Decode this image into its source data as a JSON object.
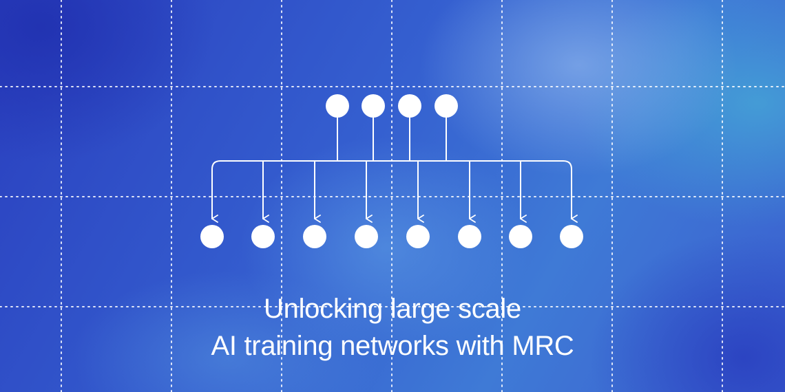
{
  "headline": {
    "line1": "Unlocking large scale",
    "line2": "AI training networks with MRC"
  },
  "diagram": {
    "source_node_count": 4,
    "target_node_count": 8
  },
  "colors": {
    "background_base": "#2f55cf",
    "foreground": "#ffffff"
  }
}
